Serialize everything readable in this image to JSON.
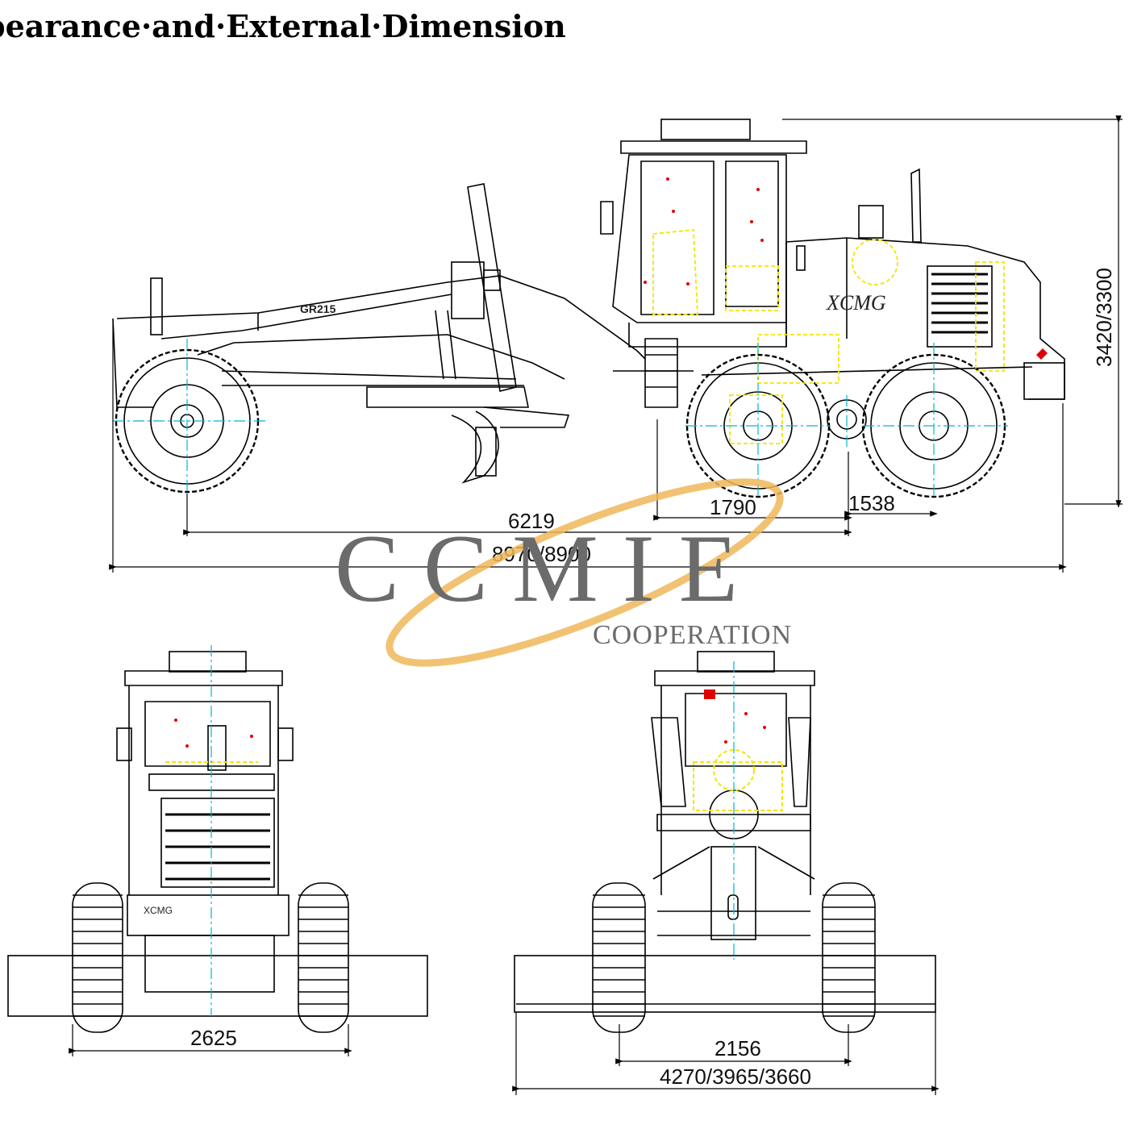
{
  "title": "pearance·and·External·Dimension",
  "side_view": {
    "brand": "XCMG",
    "model_badge": "GR215",
    "dimensions": {
      "height": "3420/3300",
      "wheelbase_front_to_tandem": "6219",
      "tandem_center_to_front_axle": "1790",
      "tandem_spacing": "1538",
      "overall_length": "8970/8900"
    }
  },
  "front_view": {
    "brand": "XCMG",
    "dimensions": {
      "track_width": "2625"
    }
  },
  "rear_view": {
    "dimensions": {
      "track_width": "2156",
      "blade_width": "4270/3965/3660"
    }
  },
  "watermark": {
    "text": "CCMIE",
    "subtext": "COOPERATION",
    "ring_color": "#f0b75a",
    "text_color": "#6b6b6b"
  },
  "colors": {
    "outline": "#000000",
    "centerline": "#00b8d4",
    "hidden_part": "#f2e600",
    "marker": "#e00000"
  }
}
